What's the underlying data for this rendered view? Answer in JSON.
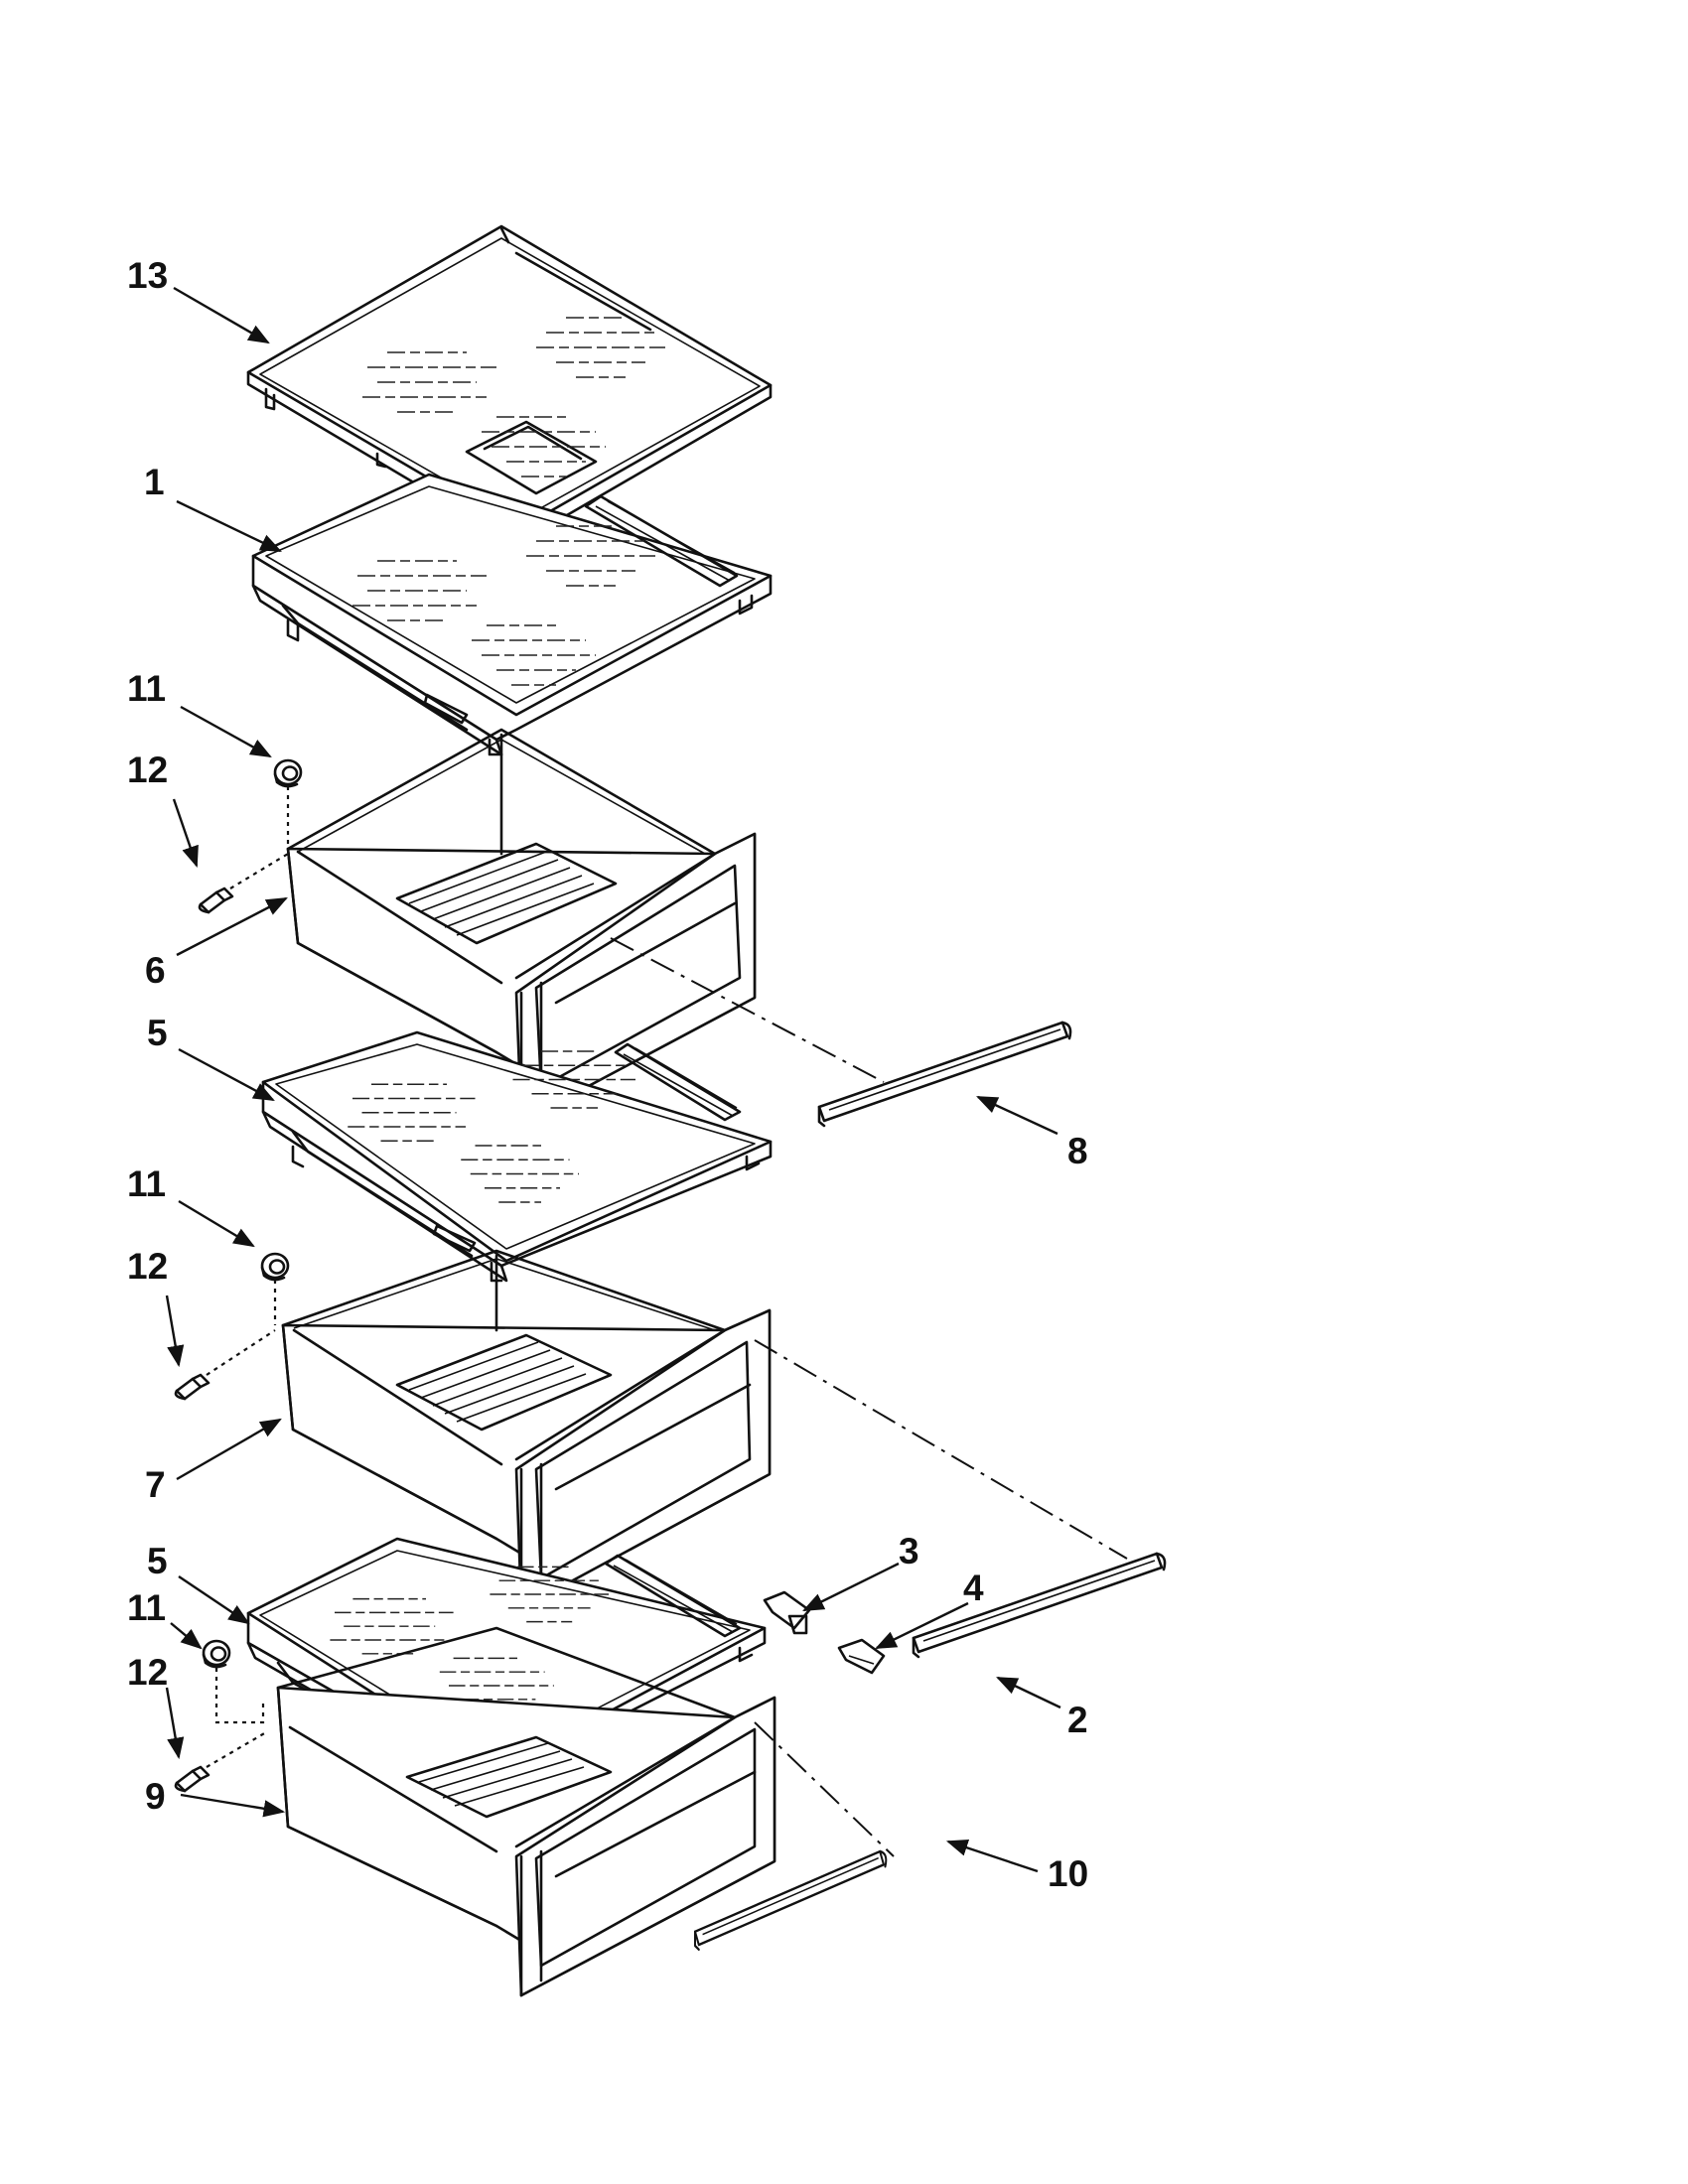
{
  "callouts": {
    "c13": "13",
    "c1": "1",
    "c11a": "11",
    "c12a": "12",
    "c6": "6",
    "c5a": "5",
    "c8": "8",
    "c11b": "11",
    "c12b": "12",
    "c7": "7",
    "c3": "3",
    "c4": "4",
    "c5b": "5",
    "c11c": "11",
    "c2": "2",
    "c12c": "12",
    "c9": "9",
    "c10": "10"
  }
}
